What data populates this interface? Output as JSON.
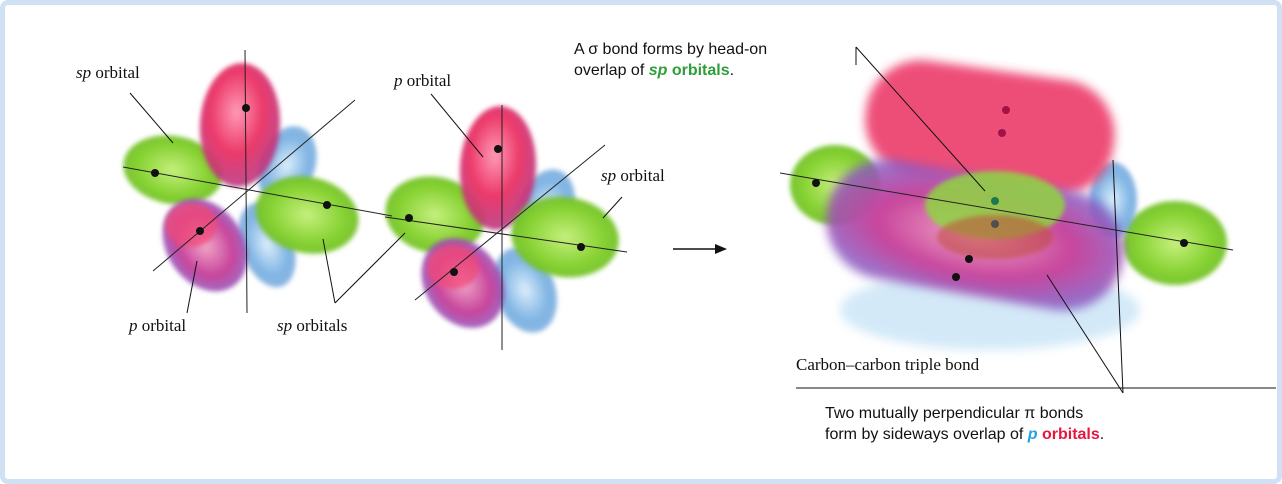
{
  "labels": {
    "left_sp_orbital": {
      "ital": "sp",
      "rest": " orbital"
    },
    "left_p_orbital": {
      "ital": "p",
      "rest": " orbital"
    },
    "mid_p_orbital": {
      "ital": "p",
      "rest": " orbital"
    },
    "mid_sp_orbital": {
      "ital": "sp",
      "rest": " orbital"
    },
    "sp_orbitals": {
      "ital": "sp",
      "rest": " orbitals"
    },
    "triple_bond": "Carbon–carbon triple bond"
  },
  "sigma_caption": {
    "line1": "A σ bond forms by head-on",
    "line2_pre": "overlap of ",
    "line2_sp": "sp",
    "line2_orbitals": " orbitals",
    "line2_post": "."
  },
  "pi_caption": {
    "line1": "Two mutually perpendicular π bonds",
    "line2_pre": "form by sideways overlap of ",
    "line2_p": "p",
    "line2_orbitals": " orbitals",
    "line2_post": "."
  },
  "colors": {
    "sp_green": "#7fcf2e",
    "p_red": "#e8285a",
    "p_blue": "#5aa0dc",
    "frame": "#cfe1f2"
  }
}
